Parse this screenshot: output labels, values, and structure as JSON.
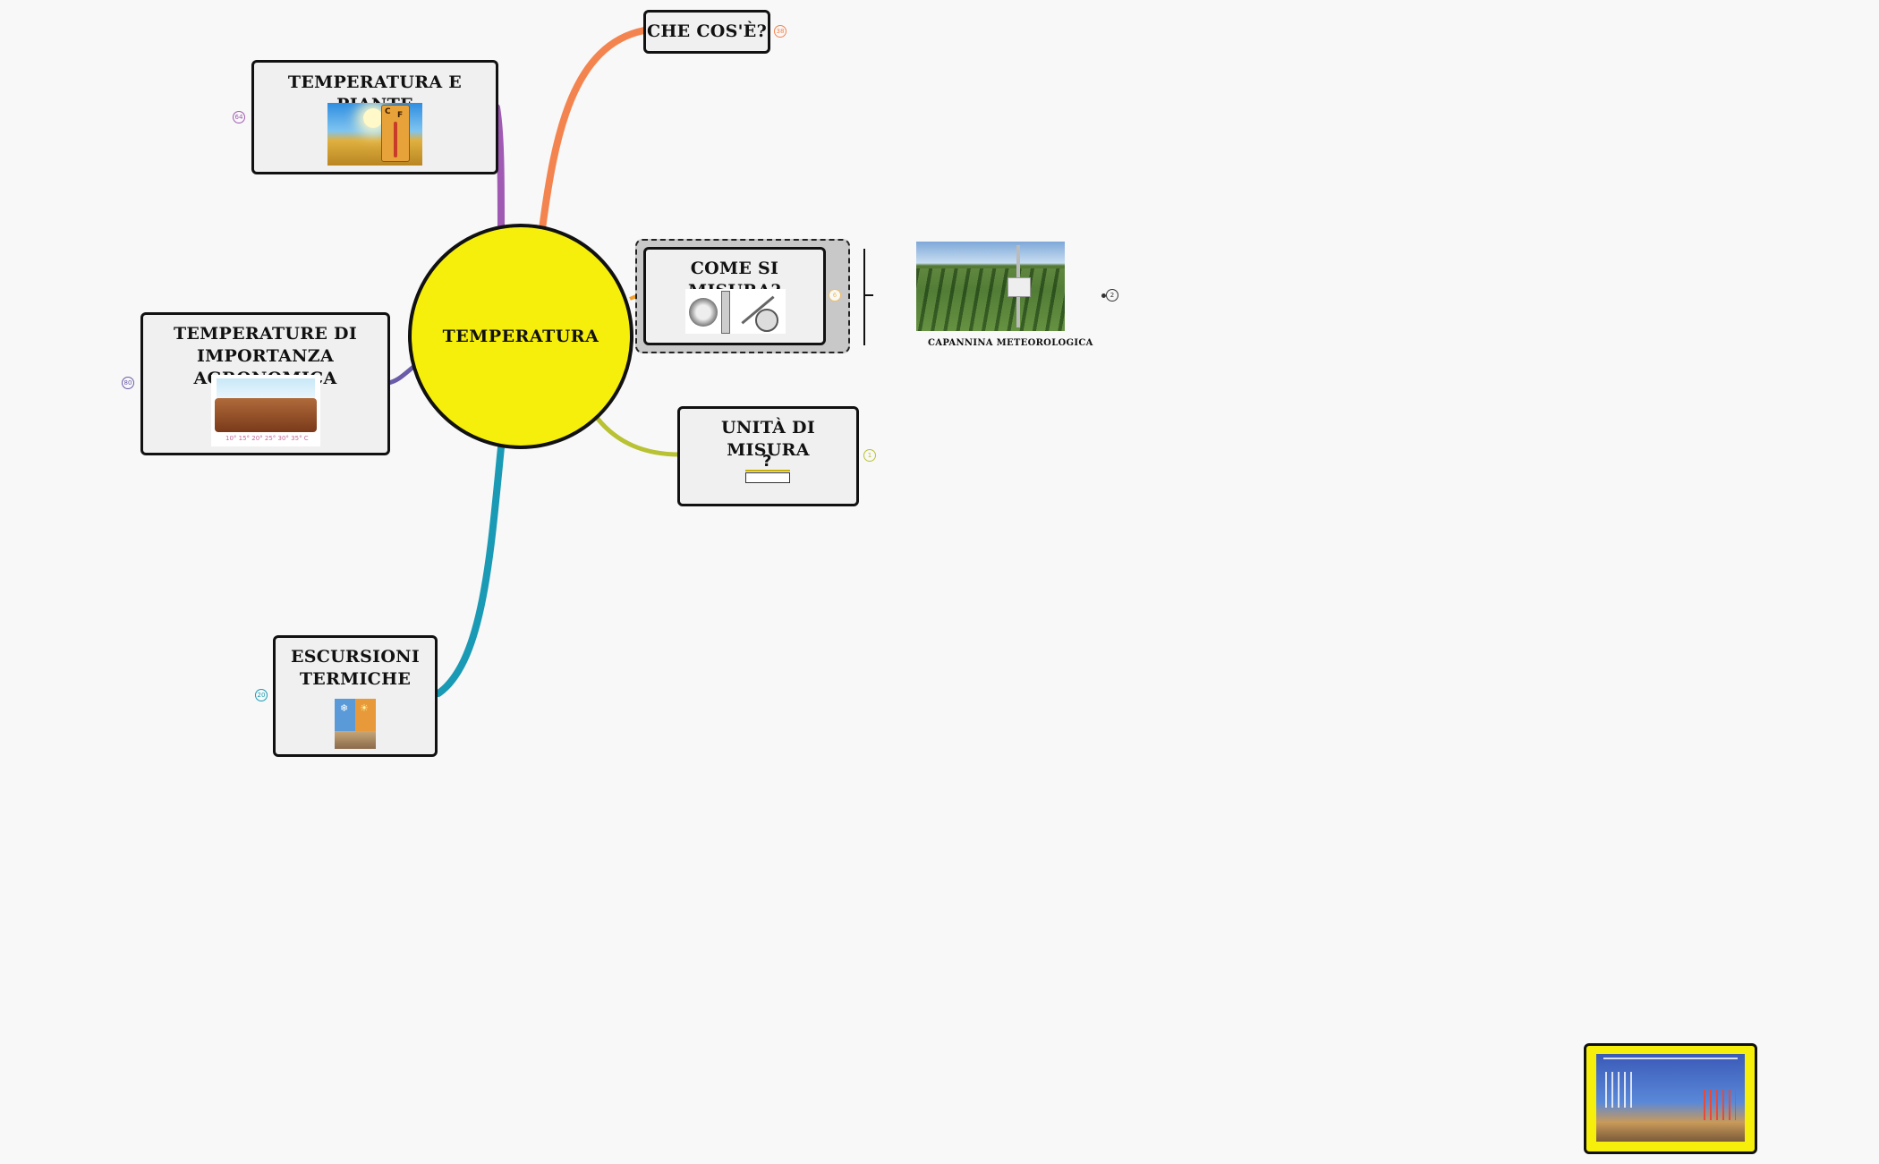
{
  "map": {
    "central_topic": "TEMPERATURA",
    "branches": [
      {
        "id": "che-cose",
        "title": "CHE COS'È?",
        "count": "38",
        "color": "#f4844f"
      },
      {
        "id": "temperatura-piante",
        "title": "TEMPERATURA E  PIANTE",
        "count": "64",
        "color": "#a05ab4"
      },
      {
        "id": "come-si-misura",
        "title": "COME SI MISURA?",
        "count": "6",
        "color": "#f0a030"
      },
      {
        "id": "temperature-agronomica",
        "title_line1": "TEMPERATURE DI",
        "title_line2": "IMPORTANZA AGRONOMICA",
        "count": "80",
        "color": "#6a5ca8"
      },
      {
        "id": "unita-misura",
        "title": "UNITÀ DI MISURA",
        "count": "1",
        "color": "#b8c232",
        "icon_text": "?"
      },
      {
        "id": "escursioni-termiche",
        "title_line1": "ESCURSIONI",
        "title_line2": "TERMICHE",
        "count": "20",
        "color": "#1a9ab4"
      }
    ],
    "subtopic": {
      "caption": "CAPANNINA METEOROLOGICA",
      "count": "2"
    },
    "thermometer_labels": [
      "C",
      "F"
    ],
    "agronomic_scale": "10° 15° 20° 25° 30° 35° C"
  }
}
